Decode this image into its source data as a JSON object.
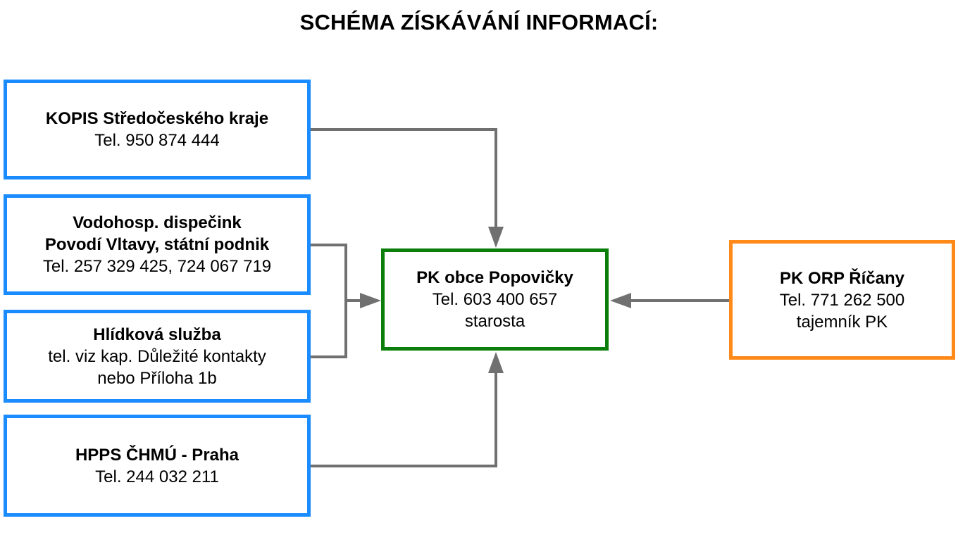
{
  "title": "SCHÉMA ZÍSKÁVÁNÍ INFORMACÍ:",
  "colors": {
    "source_border": "#1a8cff",
    "center_border": "#0a7d0a",
    "orp_border": "#ff8a1a",
    "arrow": "#707070"
  },
  "nodes": {
    "kopis": {
      "name": "KOPIS Středočeského kraje",
      "phone": "Tel. 950 874 444"
    },
    "vodo": {
      "name_line1": "Vodohosp. dispečink",
      "name_line2": "Povodí Vltavy, státní podnik",
      "phone": "Tel. 257 329 425, 724 067 719"
    },
    "hlidka": {
      "name": "Hlídková služba",
      "line2": "tel. viz kap. Důležité kontakty",
      "line3": "nebo Příloha 1b"
    },
    "hpps": {
      "name": "HPPS ČHMÚ - Praha",
      "phone": "Tel. 244 032 211"
    },
    "center": {
      "name": "PK obce Popovičky",
      "phone": "Tel. 603 400 657",
      "role": "starosta"
    },
    "orp": {
      "name": "PK ORP Říčany",
      "phone": "Tel. 771 262 500",
      "role": "tajemník PK"
    }
  },
  "edges": [
    {
      "from": "kopis",
      "to": "center"
    },
    {
      "from": "vodo",
      "to": "center"
    },
    {
      "from": "hlidka",
      "to": "center"
    },
    {
      "from": "hpps",
      "to": "center"
    },
    {
      "from": "orp",
      "to": "center"
    }
  ]
}
